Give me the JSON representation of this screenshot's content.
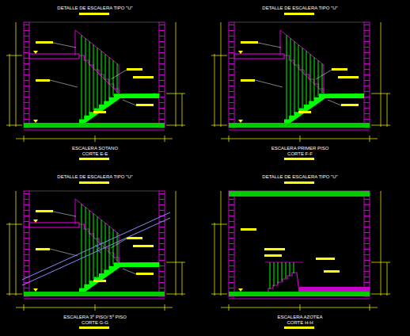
{
  "diagram": {
    "labels": [
      "DETALLE DE ESCALERA TIPO \"U\"",
      "ESCALERA SOTANO",
      "CORTE E-E",
      "DETALLE DE ESCALERA TIPO \"U\"",
      "ESCALERA PRIMER PISO",
      "CORTE F-F",
      "DETALLE DE ESCALERA TIPO \"U\"",
      "ESCALERA 3º PISO/ 5º PISO",
      "CORTE G-G",
      "DETALLE DE ESCALERA TIPO \"U\"",
      "ESCALERA AZOTEA",
      "CORTE H-H"
    ]
  }
}
